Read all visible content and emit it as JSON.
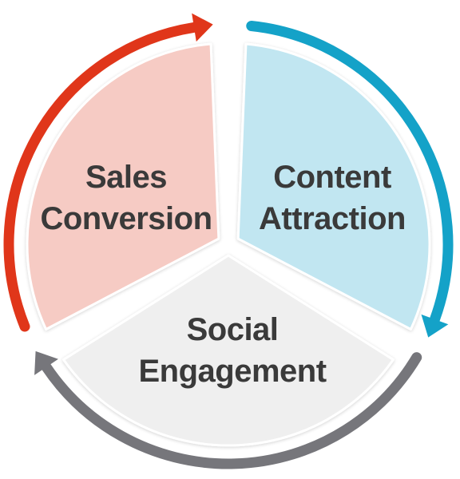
{
  "diagram": {
    "segments": [
      {
        "id": "sales",
        "line1": "Sales",
        "line2": "Conversion",
        "fill": "#f6cbc4",
        "arc_color": "#e0361a"
      },
      {
        "id": "content",
        "line1": "Content",
        "line2": "Attraction",
        "fill": "#c1e6f1",
        "arc_color": "#14a2c8"
      },
      {
        "id": "social",
        "line1": "Social",
        "line2": "Engagement",
        "fill": "#efefef",
        "arc_color": "#76767b"
      }
    ],
    "label_color": "#3a3a3a"
  }
}
